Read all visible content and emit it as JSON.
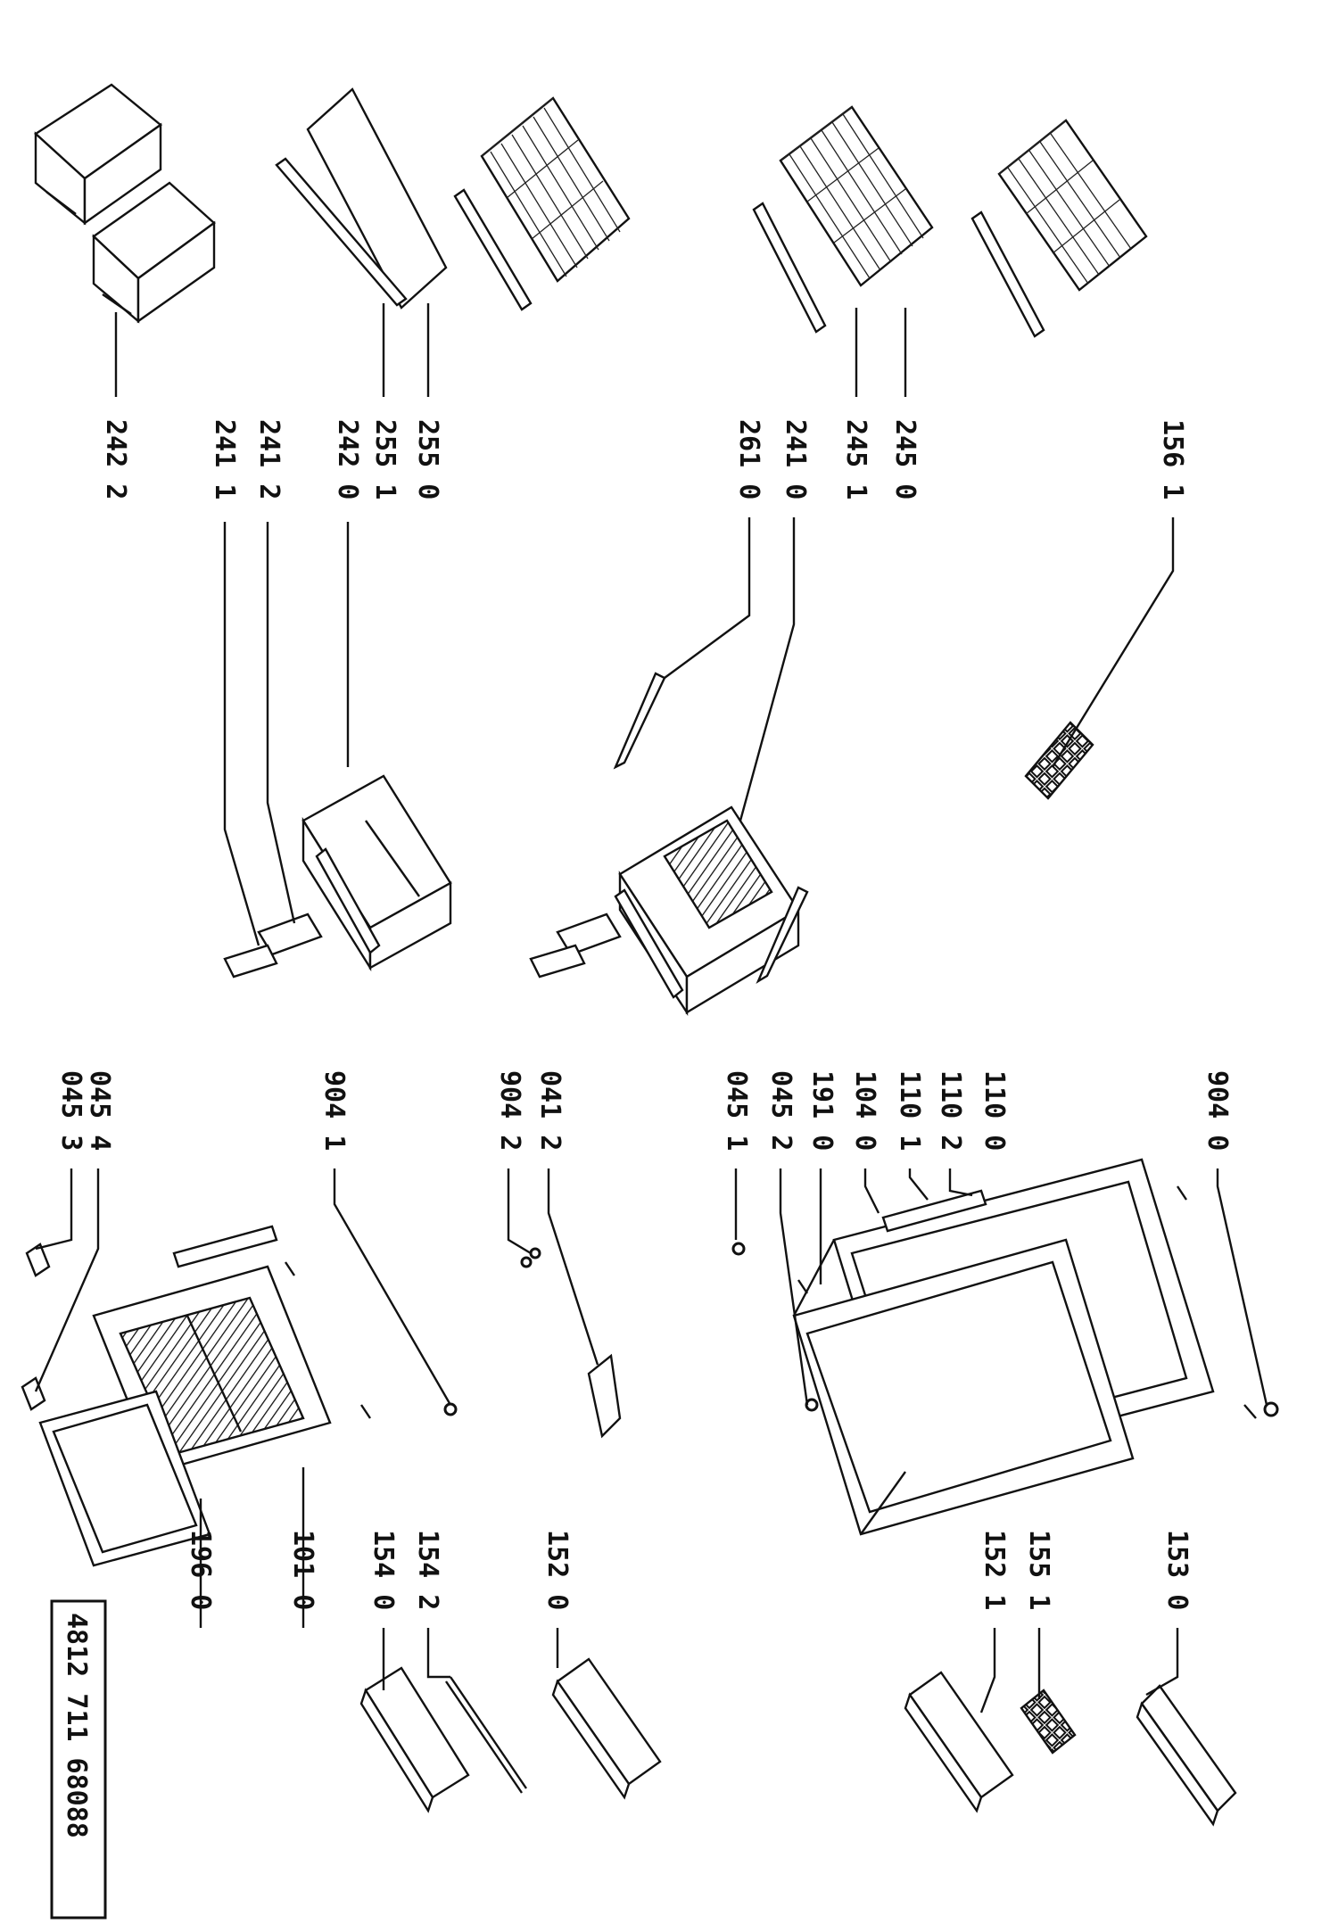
{
  "document_number": "4812 711 68088",
  "callouts": {
    "c2422": "242 2",
    "c2411": "241 1",
    "c2412": "241 2",
    "c2420": "242 0",
    "c2551": "255 1",
    "c2550": "255 0",
    "c2610": "261 0",
    "c2410": "241 0",
    "c2451": "245 1",
    "c2450": "245 0",
    "c1561": "156 1",
    "c0453": "045 3",
    "c0454": "045 4",
    "c9041": "904 1",
    "c9042": "904 2",
    "c0412": "041 2",
    "c0451": "045 1",
    "c0452": "045 2",
    "c1910": "191 0",
    "c1040": "104 0",
    "c1101": "110 1",
    "c1102": "110 2",
    "c1100": "110 0",
    "c9040": "904 0",
    "c1960": "196 0",
    "c1010": "101 0",
    "c1540": "154 0",
    "c1542": "154 2",
    "c1520": "152 0",
    "c1521": "152 1",
    "c1551": "155 1",
    "c1530": "153 0"
  }
}
